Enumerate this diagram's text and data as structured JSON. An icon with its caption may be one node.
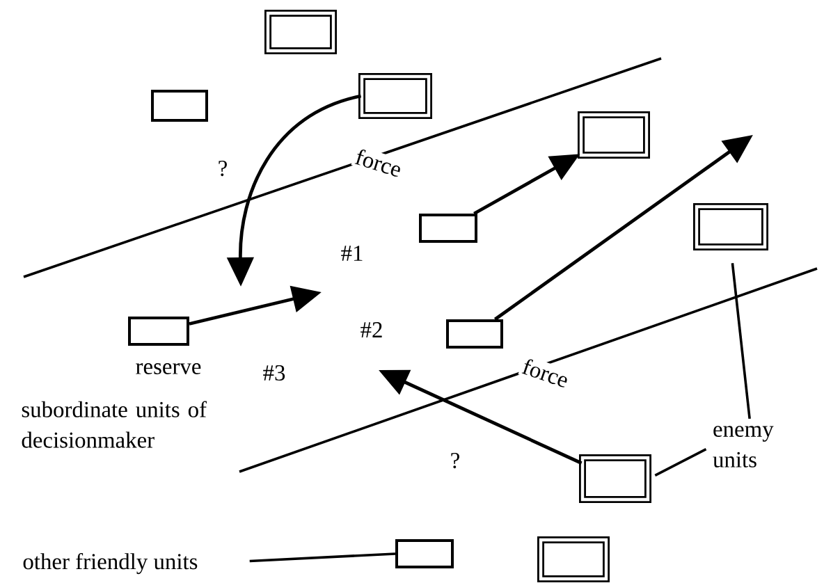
{
  "diagram": {
    "nodes": [
      {
        "text": [],
        "shape": "double-box"
      },
      {
        "text": [],
        "shape": "double-box"
      },
      {
        "text": [],
        "shape": "box"
      },
      {
        "text": [],
        "shape": "double-box"
      },
      {
        "text": [],
        "shape": "double-box"
      },
      {
        "text": [],
        "shape": "box"
      },
      {
        "text": [],
        "shape": "box",
        "beside": [
          "reserve"
        ]
      },
      {
        "text": [],
        "shape": "box"
      },
      {
        "text": [
          "enemy units"
        ]
      },
      {
        "text": [],
        "shape": "double-box"
      },
      {
        "text": [
          "other friendly units"
        ]
      },
      {
        "text": [],
        "shape": "box"
      },
      {
        "text": [],
        "shape": "double-box"
      }
    ],
    "edges": [
      {
        "from": 1,
        "to": null,
        "arrow": "to"
      },
      {
        "from": 6,
        "to": null,
        "arrow": "to"
      },
      {
        "from": 5,
        "to": 3,
        "arrow": "to"
      },
      {
        "from": 7,
        "to": null,
        "arrow": "to"
      },
      {
        "from": 9,
        "to": null,
        "arrow": "to"
      },
      {
        "from": 8,
        "to": 4,
        "arrow": "none"
      },
      {
        "from": 8,
        "to": 9,
        "arrow": "none"
      },
      {
        "from": 10,
        "to": 11,
        "arrow": "none"
      }
    ],
    "labels": [
      "?",
      "force",
      "#1",
      "#2",
      "#3",
      "force",
      "subordinate units of decisionmaker",
      "?"
    ]
  }
}
